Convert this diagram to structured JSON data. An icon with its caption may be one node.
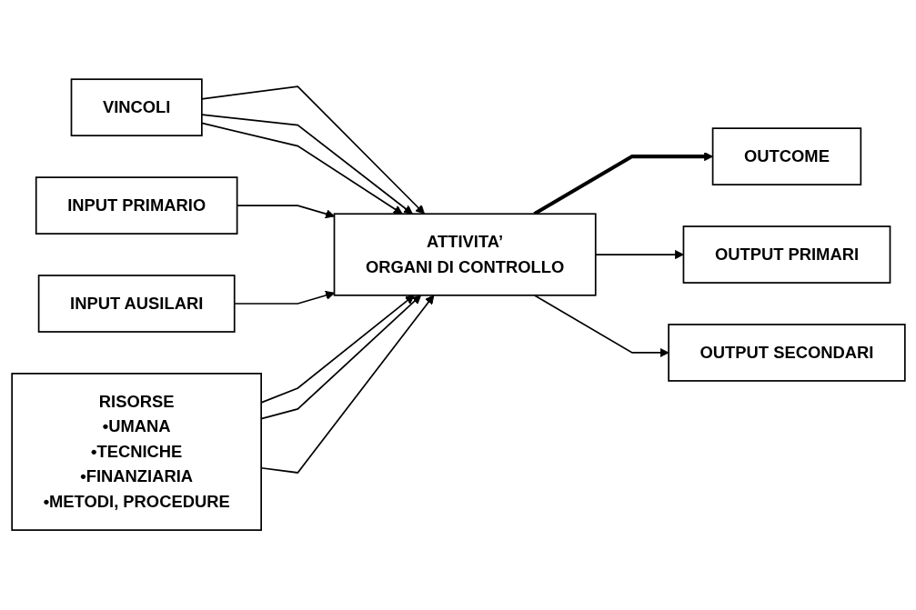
{
  "diagram": {
    "nodes": [
      {
        "text": [
          "VINCOLI"
        ]
      },
      {
        "text": [
          "OUTCOME"
        ]
      },
      {
        "text": [
          "INPUT PRIMARIO"
        ]
      },
      {
        "text": [
          "ATTIVITA’",
          "ORGANI DI CONTROLLO"
        ]
      },
      {
        "text": [
          "OUTPUT PRIMARI"
        ]
      },
      {
        "text": [
          "INPUT AUSILARI"
        ]
      },
      {
        "text": [
          "OUTPUT SECONDARI"
        ]
      },
      {
        "text": [
          "RISORSE",
          "•UMANA",
          "•TECNICHE",
          "•FINANZIARIA",
          "•METODI, PROCEDURE"
        ]
      }
    ],
    "edges": [
      {
        "from": 0,
        "to": 3,
        "arrow": "to"
      },
      {
        "from": 0,
        "to": 3,
        "arrow": "to"
      },
      {
        "from": 0,
        "to": 3,
        "arrow": "to"
      },
      {
        "from": 2,
        "to": 3,
        "arrow": "to"
      },
      {
        "from": 5,
        "to": 3,
        "arrow": "to"
      },
      {
        "from": 3,
        "to": 1,
        "arrow": "to",
        "style": "thick"
      },
      {
        "from": 3,
        "to": 4,
        "arrow": "to"
      },
      {
        "from": 3,
        "to": 6,
        "arrow": "to"
      },
      {
        "from": 7,
        "to": 3,
        "arrow": "to"
      },
      {
        "from": 7,
        "to": 3,
        "arrow": "to"
      },
      {
        "from": 7,
        "to": 3,
        "arrow": "to"
      }
    ]
  }
}
